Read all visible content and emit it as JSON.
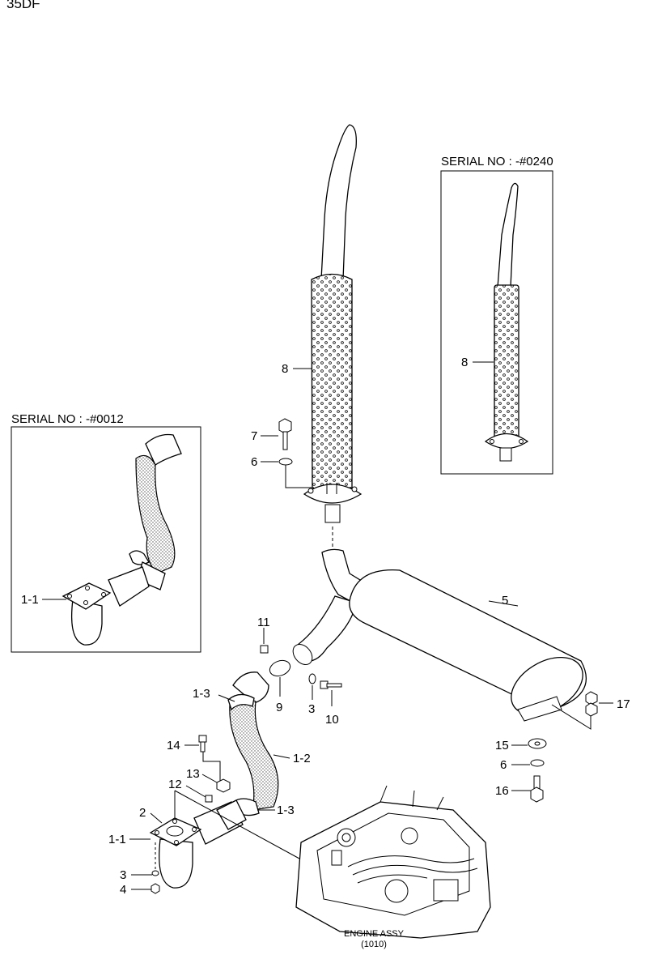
{
  "page_title": "35DF",
  "insets": {
    "left": {
      "title": "SERIAL NO : -#0012",
      "callouts": [
        "1-1"
      ]
    },
    "right": {
      "title": "SERIAL NO : -#0240",
      "callouts": [
        "8"
      ]
    }
  },
  "callouts": {
    "c8": "8",
    "c7": "7",
    "c6a": "6",
    "c5": "5",
    "c11": "11",
    "c13a": "1-3",
    "c9": "9",
    "c3a": "3",
    "c10": "10",
    "c17": "17",
    "c15": "15",
    "c6b": "6",
    "c16": "16",
    "c14": "14",
    "c12v": "1-2",
    "c13": "13",
    "c12": "12",
    "c2": "2",
    "c11b": "1-1",
    "c13b": "1-3",
    "c3b": "3",
    "c4": "4"
  },
  "engine": {
    "name": "ENGINE ASSY",
    "code": "(1010)"
  }
}
